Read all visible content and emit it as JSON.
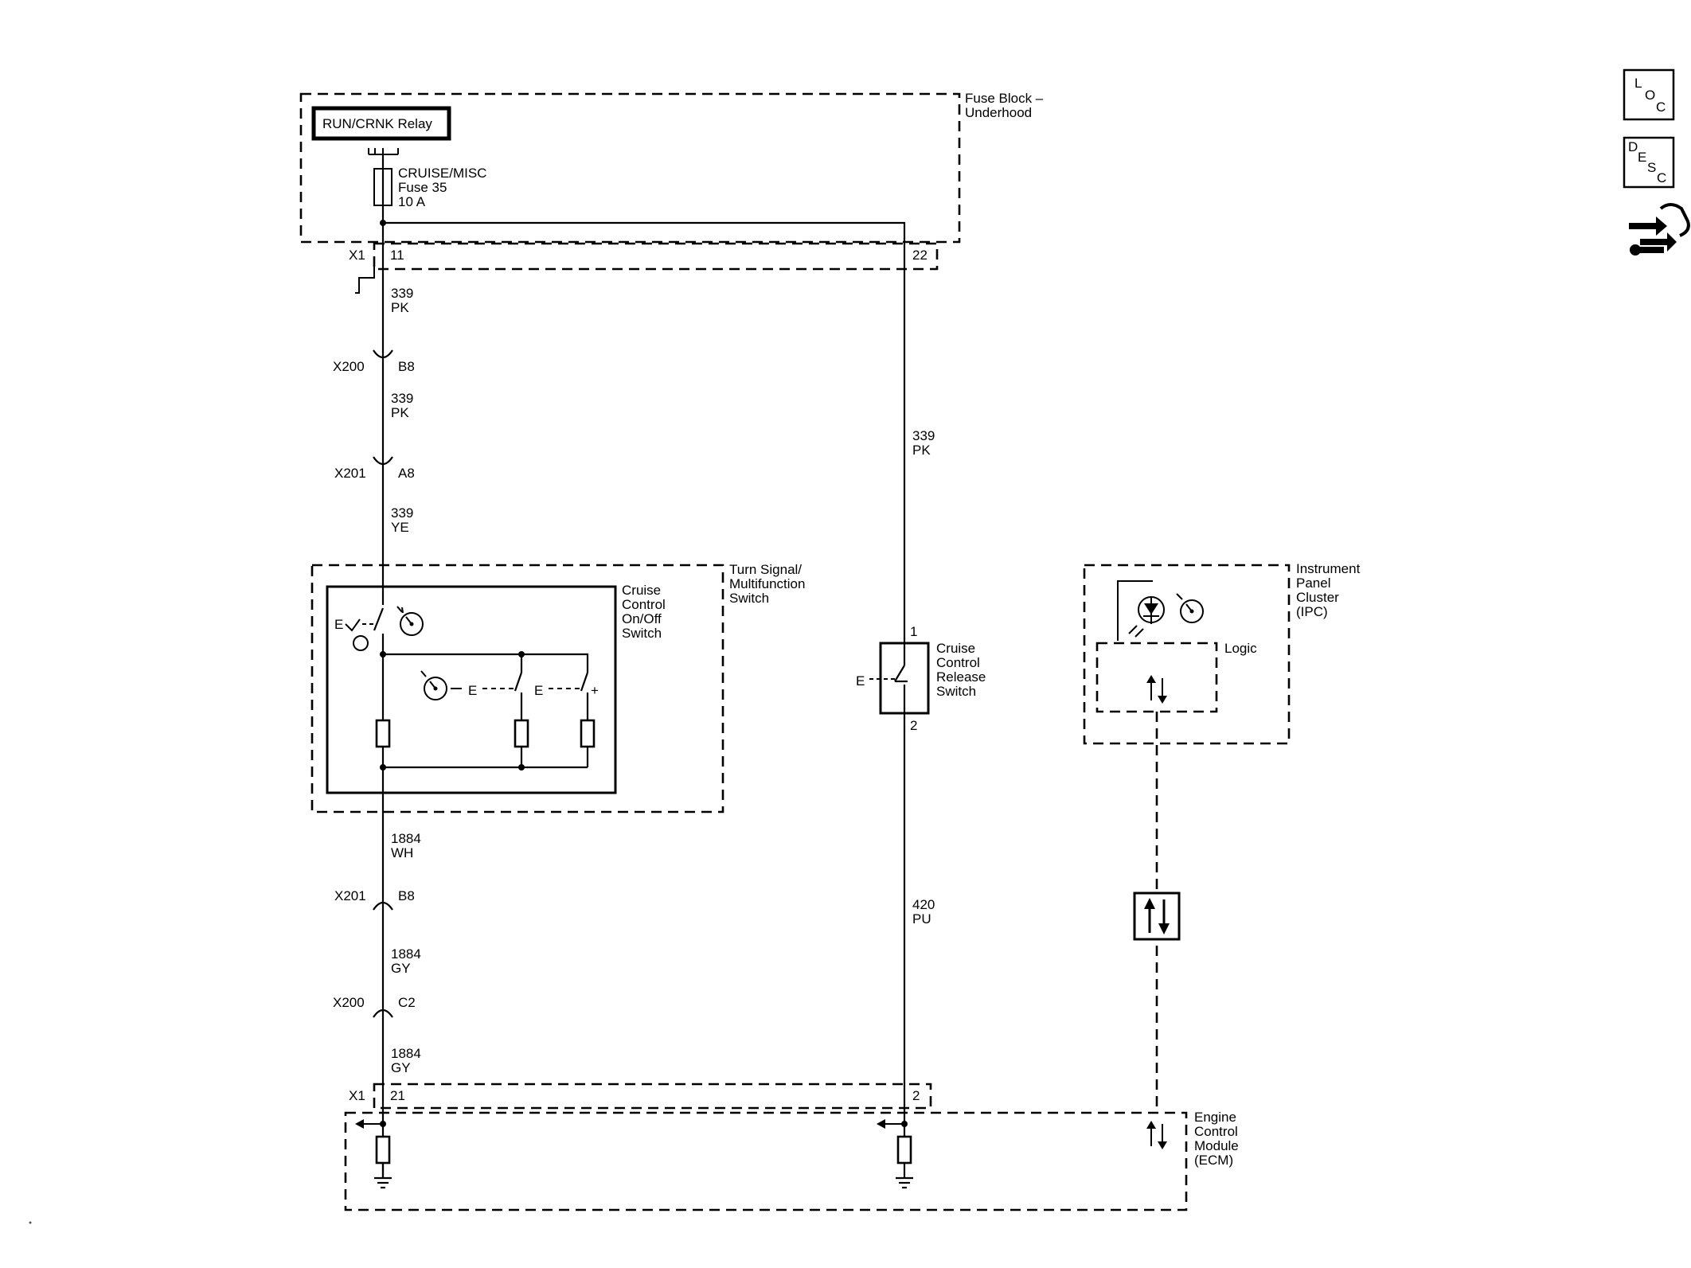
{
  "fuse_block": {
    "title_line1": "Fuse Block –",
    "title_line2": "Underhood",
    "relay": "RUN/CRNK Relay",
    "fuse_name": "CRUISE/MISC",
    "fuse_number": "Fuse 35",
    "fuse_rating": "10 A"
  },
  "connectors": {
    "x1_top": "X1",
    "x1_top_pin_left": "11",
    "x1_top_pin_right": "22",
    "x200_top": "X200",
    "x200_top_pin": "B8",
    "x201_top": "X201",
    "x201_top_pin": "A8",
    "x201_bottom": "X201",
    "x201_bottom_pin": "B8",
    "x200_bottom": "X200",
    "x200_bottom_pin": "C2",
    "x1_bottom": "X1",
    "x1_bottom_pin_left": "21",
    "x1_bottom_pin_right": "2"
  },
  "wires": {
    "w1": {
      "circuit": "339",
      "color": "PK"
    },
    "w2": {
      "circuit": "339",
      "color": "PK"
    },
    "w3": {
      "circuit": "339",
      "color": "YE"
    },
    "w4": {
      "circuit": "1884",
      "color": "WH"
    },
    "w5": {
      "circuit": "1884",
      "color": "GY"
    },
    "w6": {
      "circuit": "1884",
      "color": "GY"
    },
    "w7": {
      "circuit": "339",
      "color": "PK"
    },
    "w8": {
      "circuit": "420",
      "color": "PU"
    }
  },
  "turn_signal": {
    "title_line1": "Turn Signal/",
    "title_line2": "Multifunction",
    "title_line3": "Switch",
    "switch_line1": "Cruise",
    "switch_line2": "Control",
    "switch_line3": "On/Off",
    "switch_line4": "Switch",
    "e_label": "E",
    "plus_label": "+"
  },
  "release_switch": {
    "line1": "Cruise",
    "line2": "Control",
    "line3": "Release",
    "line4": "Switch",
    "pin_top": "1",
    "pin_bottom": "2",
    "e_label": "E"
  },
  "ipc": {
    "line1": "Instrument",
    "line2": "Panel",
    "line3": "Cluster",
    "line4": "(IPC)",
    "logic": "Logic"
  },
  "ecm": {
    "line1": "Engine",
    "line2": "Control",
    "line3": "Module",
    "line4": "(ECM)"
  },
  "side_icons": {
    "loc": {
      "a": "L",
      "b": "O",
      "c": "C",
      "icon": "location-icon"
    },
    "desc": {
      "a": "D",
      "b": "E",
      "c": "S",
      "d": "C",
      "icon": "description-icon"
    },
    "repair": {
      "icon": "repair-wrench-icon"
    }
  }
}
